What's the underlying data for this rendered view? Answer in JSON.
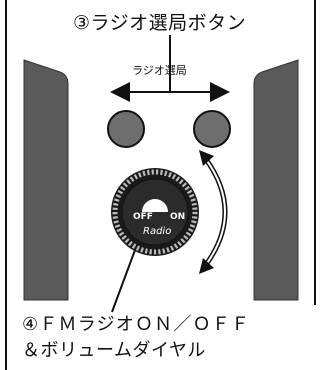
{
  "callouts": {
    "radio_tuning": "③ラジオ選局ボタン",
    "radio_tuning_small": "ラジオ選局",
    "fm_power_line1": "④ＦＭラジオＯＮ／ＯＦＦ",
    "fm_power_line2": "＆ボリュームダイヤル"
  },
  "knob": {
    "off": "OFF",
    "on": "ON",
    "brand": "Radio"
  },
  "colors": {
    "line": "#111111",
    "side_panel": "#555555",
    "button": "#707070",
    "knob_ring": "#1a1a1a",
    "knob_face": "#2b2b2b"
  }
}
